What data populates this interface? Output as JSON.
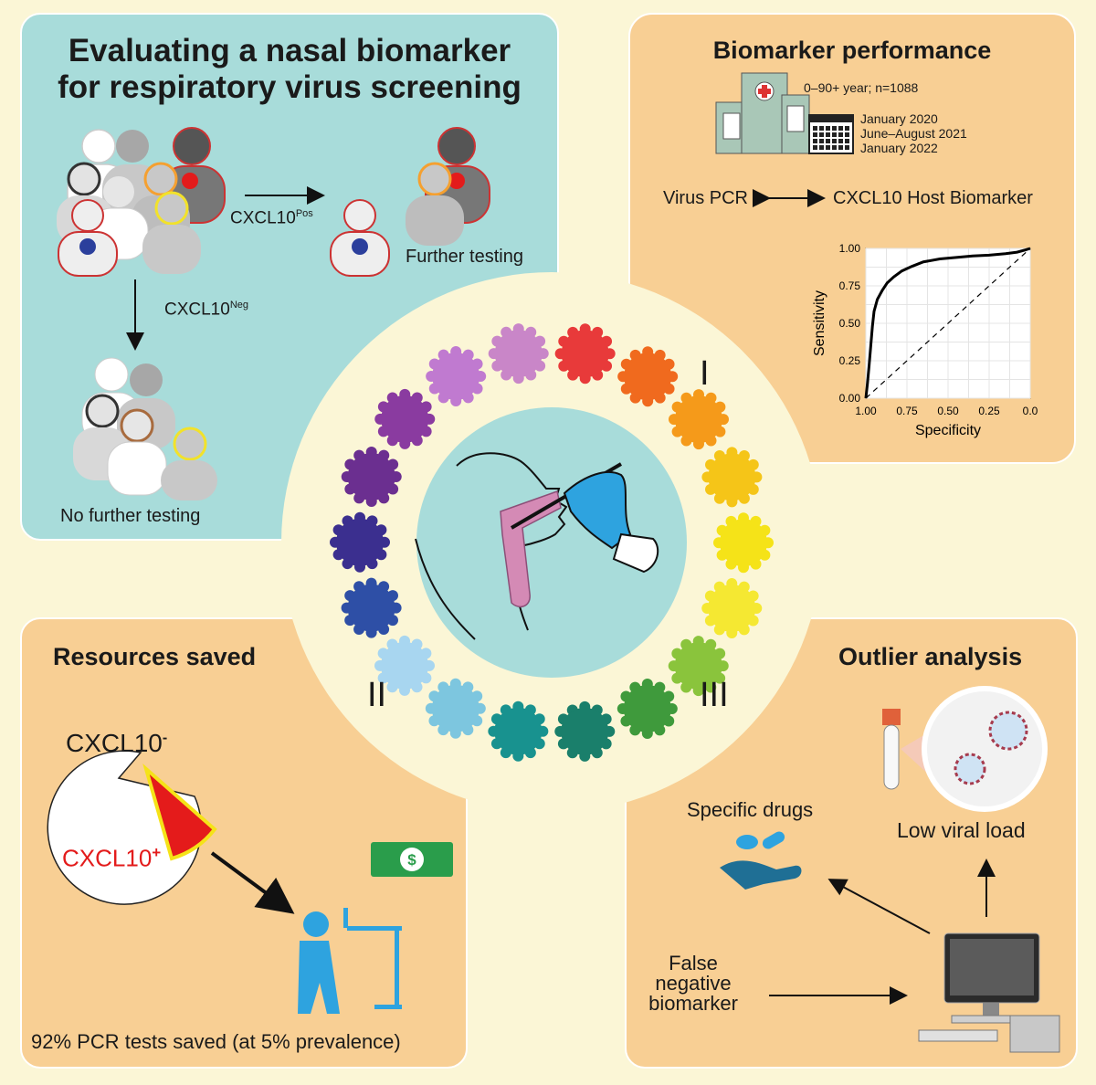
{
  "panel_tl": {
    "title_line1": "Evaluating a nasal biomarker",
    "title_line2": "for respiratory virus screening",
    "cxcl10_pos_base": "CXCL10",
    "cxcl10_pos_sup": "Pos",
    "cxcl10_neg_base": "CXCL10",
    "cxcl10_neg_sup": "Neg",
    "further_testing": "Further testing",
    "no_further_testing": "No further testing"
  },
  "panel_tr": {
    "title": "Biomarker performance",
    "cohort": "0–90+ year; n=1088",
    "period_1": "January 2020",
    "period_2": "June–August 2021",
    "period_3": "January 2022",
    "virus_pcr": "Virus PCR",
    "host_biomarker": "CXCL10 Host Biomarker"
  },
  "panel_bl": {
    "title": "Resources saved",
    "neg_label_base": "CXCL10",
    "neg_label_sup": "-",
    "pos_label_base": "CXCL10",
    "pos_label_sup": "+",
    "summary": "92% PCR tests saved (at 5% prevalence)",
    "dollar_sign": "$"
  },
  "panel_br": {
    "title": "Outlier analysis",
    "specific_drugs": "Specific drugs",
    "low_viral_load": "Low viral load",
    "false_neg_1": "False",
    "false_neg_2": "negative",
    "false_neg_3": "biomarker"
  },
  "center": {
    "numeral_1": "I",
    "numeral_2": "II",
    "numeral_3": "III",
    "virus_colors": [
      "#e83a3a",
      "#f06a1e",
      "#f59a1a",
      "#f5c518",
      "#f5e318",
      "#f5e832",
      "#8ac43c",
      "#3f9a3c",
      "#1a7f6b",
      "#18928f",
      "#7dc6df",
      "#a8d6f0",
      "#2e4fa6",
      "#3b2f8f",
      "#6b2f90",
      "#8a3ba0",
      "#c07ad0",
      "#c986c8"
    ]
  },
  "roc_chart": {
    "chart_data": {
      "type": "line",
      "title": "",
      "xlabel": "Specificity",
      "ylabel": "Sensitivity",
      "xlim": [
        1.0,
        0.0
      ],
      "ylim": [
        0.0,
        1.0
      ],
      "x_ticks": [
        "1.00",
        "0.75",
        "0.50",
        "0.25",
        "0.0"
      ],
      "y_ticks": [
        "0.00",
        "0.25",
        "0.50",
        "0.75",
        "1.00"
      ],
      "grid": true,
      "series": [
        {
          "x": [
            1.0,
            0.99,
            0.98,
            0.97,
            0.96,
            0.95,
            0.93,
            0.9,
            0.87,
            0.83,
            0.78,
            0.72,
            0.65,
            0.55,
            0.45,
            0.35,
            0.25,
            0.15,
            0.08,
            0.03,
            0.0
          ],
          "y": [
            0.0,
            0.1,
            0.22,
            0.35,
            0.48,
            0.58,
            0.66,
            0.72,
            0.77,
            0.81,
            0.85,
            0.88,
            0.91,
            0.93,
            0.94,
            0.95,
            0.955,
            0.965,
            0.975,
            0.99,
            1.0
          ]
        },
        {
          "x": [
            1.0,
            0.0
          ],
          "y": [
            0.0,
            1.0
          ]
        }
      ]
    }
  }
}
